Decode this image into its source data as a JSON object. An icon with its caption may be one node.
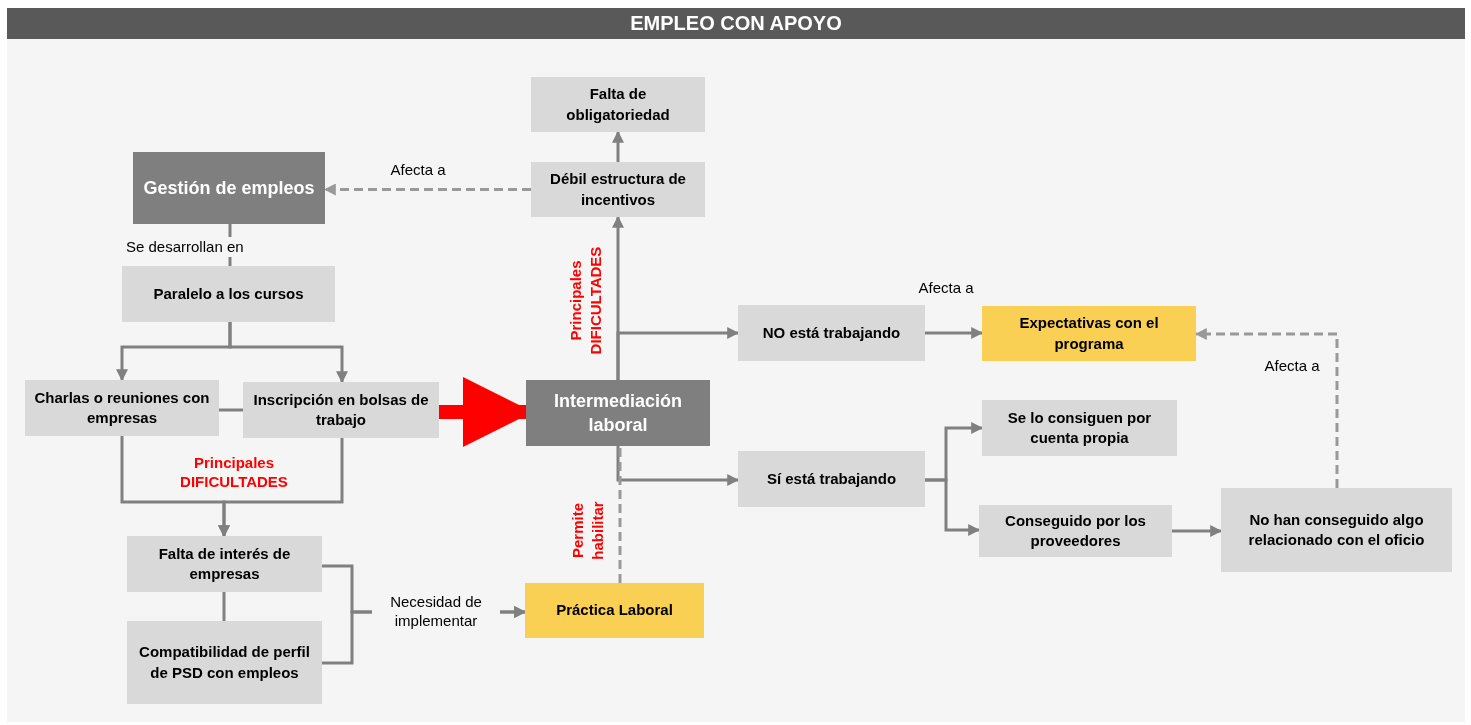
{
  "diagram": {
    "title": "EMPLEO CON APOYO",
    "nodes": [
      {
        "text": [
          "Gestión de empleos"
        ]
      },
      {
        "text": [
          "Paralelo a los cursos"
        ]
      },
      {
        "text": [
          "Charlas o reuniones con empresas"
        ]
      },
      {
        "text": [
          "Inscripción en bolsas de trabajo"
        ]
      },
      {
        "text": [
          "Falta de interés de empresas"
        ]
      },
      {
        "text": [
          "Compatibilidad de perfil de PSD con empleos"
        ]
      },
      {
        "text": [
          "Falta de obligatoriedad"
        ]
      },
      {
        "text": [
          "Débil estructura de incentivos"
        ]
      },
      {
        "text": [
          "Intermediación laboral"
        ]
      },
      {
        "text": [
          "NO está trabajando"
        ]
      },
      {
        "text": [
          "Expectativas con el programa"
        ]
      },
      {
        "text": [
          "Sí está trabajando"
        ]
      },
      {
        "text": [
          "Se lo consiguen por cuenta propia"
        ]
      },
      {
        "text": [
          "Conseguido por los proveedores"
        ]
      },
      {
        "text": [
          "No han conseguido algo relacionado con el oficio"
        ]
      },
      {
        "text": [
          "Práctica Laboral"
        ]
      }
    ],
    "edges": [
      {
        "from": 7,
        "to": 0,
        "arrow": "to",
        "style": "dashed",
        "label": "Afecta a"
      },
      {
        "from": 0,
        "to": 1,
        "arrow": "none",
        "label": "Se desarrollan en"
      },
      {
        "from": 1,
        "to": 2,
        "arrow": "to"
      },
      {
        "from": 1,
        "to": 3,
        "arrow": "to"
      },
      {
        "from": 2,
        "to": 3,
        "arrow": "none"
      },
      {
        "from": 3,
        "to": 8,
        "arrow": "to",
        "style": "thick",
        "color": "#ff0000"
      },
      {
        "from": 2,
        "to": 4,
        "arrow": "to"
      },
      {
        "from": 3,
        "to": 4,
        "arrow": "to"
      },
      {
        "from": 4,
        "to": 5,
        "arrow": "none"
      },
      {
        "from": 4,
        "to": 15,
        "arrow": "to",
        "label": "Necesidad de implementar"
      },
      {
        "from": 5,
        "to": 15,
        "arrow": "to"
      },
      {
        "from": 8,
        "to": 7,
        "arrow": "to",
        "label": "Principales DIFICULTADES"
      },
      {
        "from": 7,
        "to": 6,
        "arrow": "to"
      },
      {
        "from": 8,
        "to": 9,
        "arrow": "to"
      },
      {
        "from": 9,
        "to": 10,
        "arrow": "to",
        "label": "Afecta a"
      },
      {
        "from": 8,
        "to": 11,
        "arrow": "to"
      },
      {
        "from": 11,
        "to": 12,
        "arrow": "to"
      },
      {
        "from": 11,
        "to": 13,
        "arrow": "to"
      },
      {
        "from": 13,
        "to": 14,
        "arrow": "to"
      },
      {
        "from": 14,
        "to": 10,
        "arrow": "to",
        "style": "dashed",
        "label": "Afecta a"
      },
      {
        "from": 15,
        "to": 8,
        "arrow": "none",
        "style": "dashed",
        "label": "Permite habilitar"
      }
    ],
    "labels": [
      "Principales DIFICULTADES"
    ]
  }
}
